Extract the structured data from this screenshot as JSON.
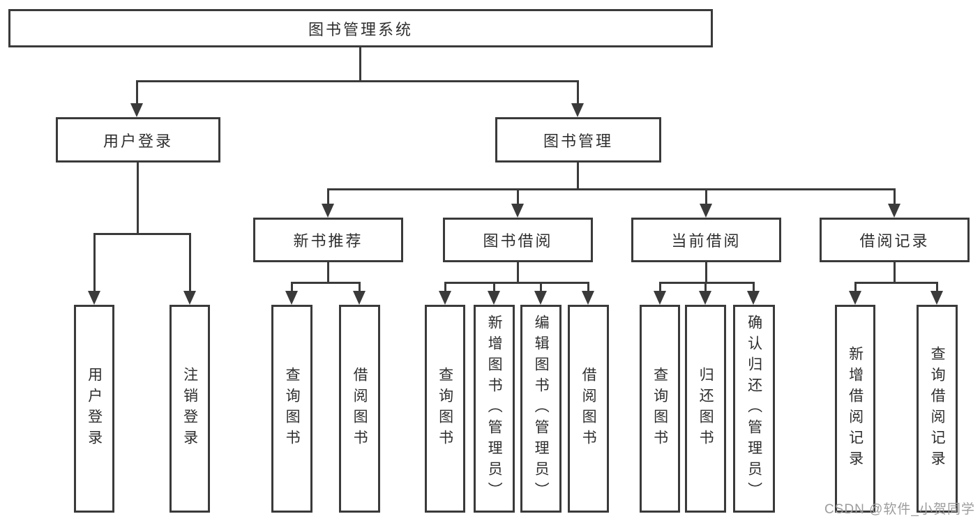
{
  "diagram": {
    "type": "hierarchy-tree",
    "title": "图书管理系统",
    "tree": {
      "label": "图书管理系统",
      "children": [
        {
          "label": "用户登录",
          "children": [
            {
              "label": "用户登录"
            },
            {
              "label": "注销登录"
            }
          ]
        },
        {
          "label": "图书管理",
          "children": [
            {
              "label": "新书推荐",
              "children": [
                {
                  "label": "查询图书"
                },
                {
                  "label": "借阅图书"
                }
              ]
            },
            {
              "label": "图书借阅",
              "children": [
                {
                  "label": "查询图书"
                },
                {
                  "label": "新增图书（管理员）"
                },
                {
                  "label": "编辑图书（管理员）"
                },
                {
                  "label": "借阅图书"
                }
              ]
            },
            {
              "label": "当前借阅",
              "children": [
                {
                  "label": "查询图书"
                },
                {
                  "label": "归还图书"
                },
                {
                  "label": "确认归还（管理员）"
                }
              ]
            },
            {
              "label": "借阅记录",
              "children": [
                {
                  "label": "新增借阅记录"
                },
                {
                  "label": "查询借阅记录"
                }
              ]
            }
          ]
        }
      ]
    }
  },
  "watermark": {
    "text": "CSDN @软件_小贺同学"
  },
  "colors": {
    "line": "#3a3a3a",
    "text": "#2e2e2e",
    "background": "#ffffff",
    "watermark": "#9c9c9c"
  }
}
